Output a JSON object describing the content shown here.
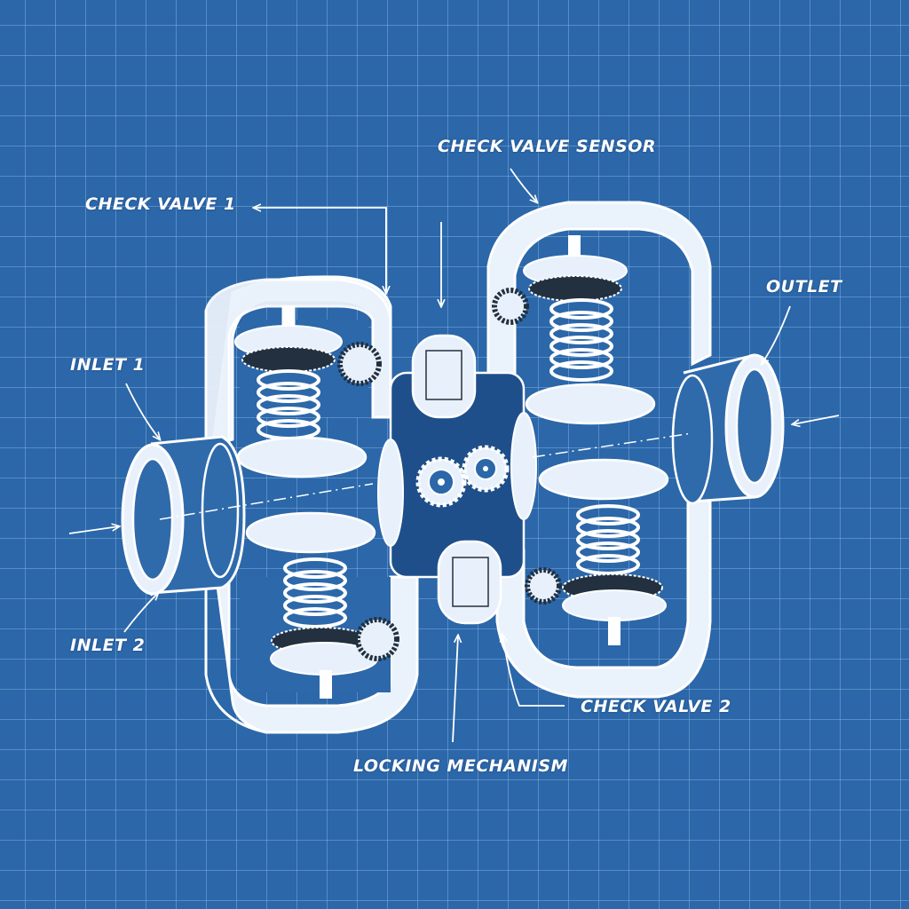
{
  "labels": {
    "check_valve_sensor": "CHECK VALVE SENSOR",
    "check_valve_1": "CHECK VALVE 1",
    "outlet": "OUTLET",
    "inlet_1": "INLET 1",
    "inlet_2": "INLET 2",
    "check_valve_2": "CHECK VALVE 2",
    "locking_mechanism": "LOCKING MECHANISM"
  },
  "colors": {
    "background": "#2b67a9",
    "grid": "#8cb9eb",
    "line": "#ffffff",
    "part_fill": "#e8f1fb",
    "gear_dark": "#22303f",
    "shadow": "#1d4a80"
  }
}
